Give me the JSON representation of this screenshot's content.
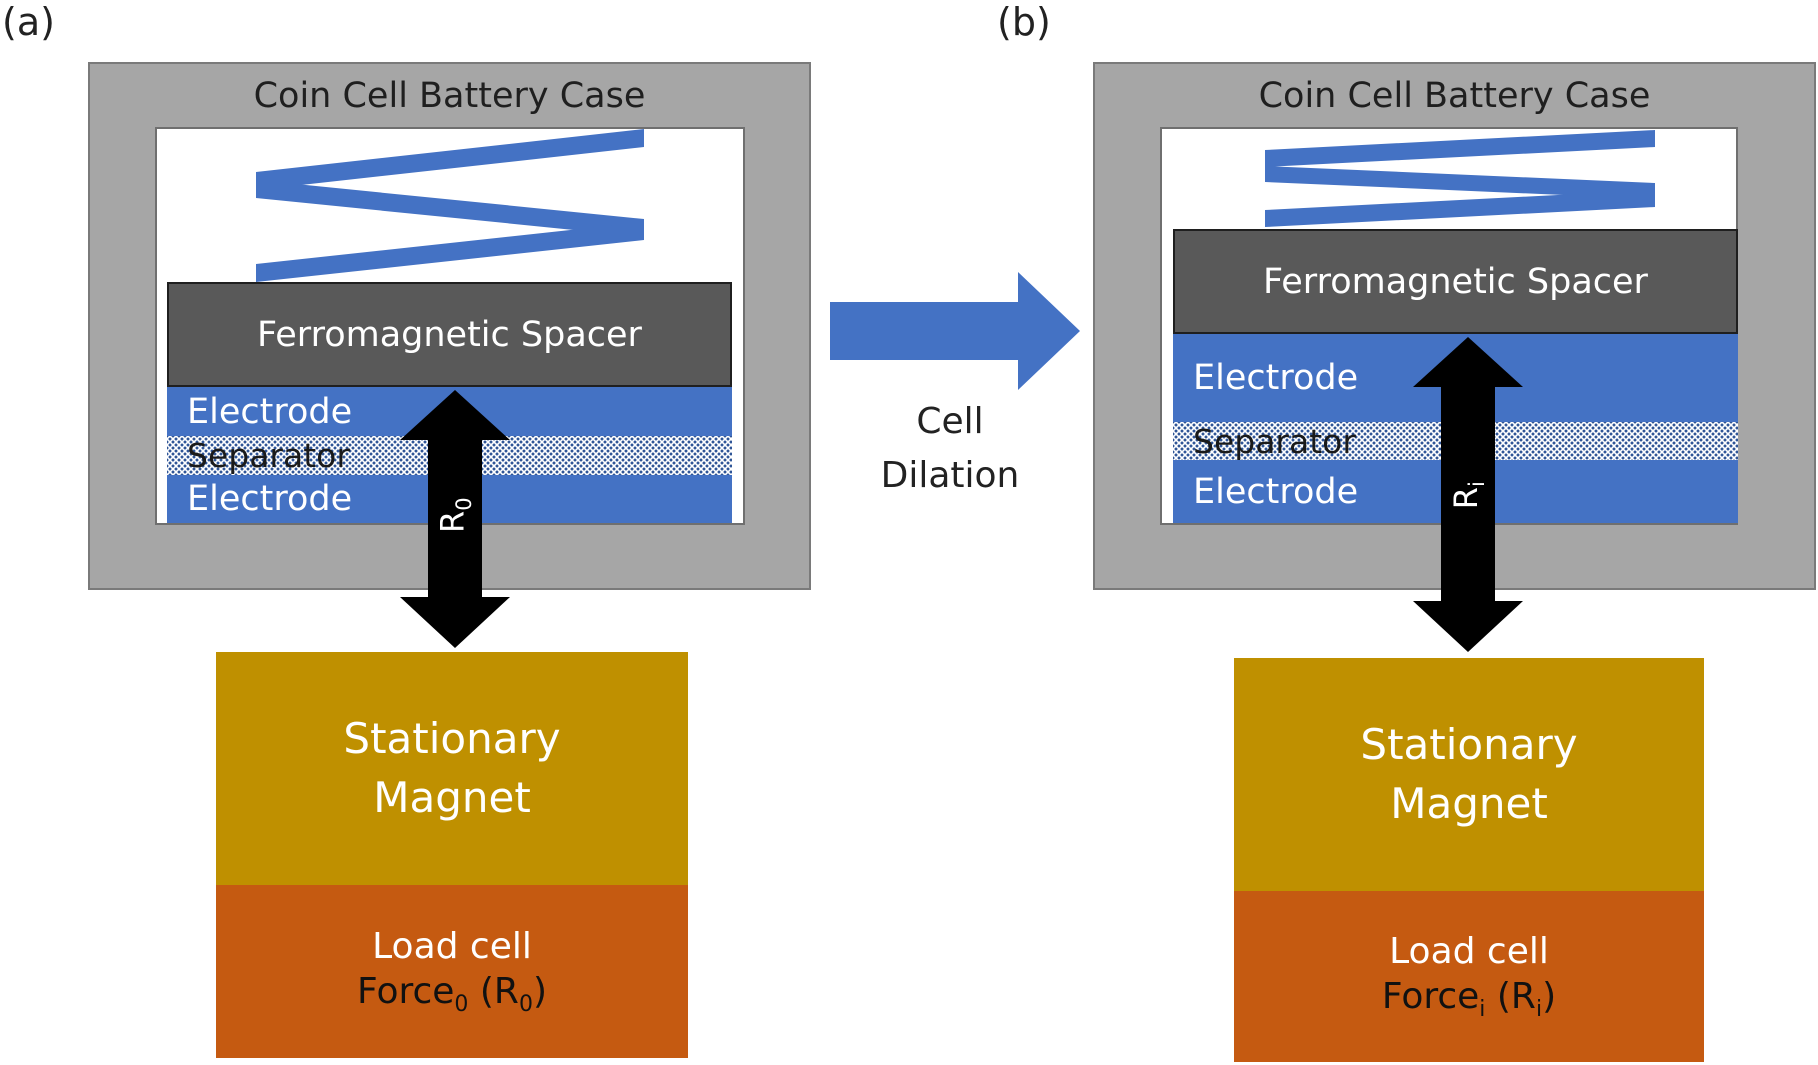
{
  "panels": [
    {
      "label": "(a)",
      "case_title": "Coin Cell Battery Case",
      "spacer": "Ferromagnetic Spacer",
      "electrode_top": "Electrode",
      "separator": "Separator",
      "electrode_bottom": "Electrode",
      "distance": {
        "symbol": "R",
        "subscript": "0"
      },
      "magnet_line1": "Stationary",
      "magnet_line2": "Magnet",
      "load_cell": "Load cell",
      "force": {
        "word": "Force",
        "subscript": "0",
        "paren_symbol": "R",
        "paren_subscript": "0"
      }
    },
    {
      "label": "(b)",
      "case_title": "Coin Cell Battery Case",
      "spacer": "Ferromagnetic Spacer",
      "electrode_top": "Electrode",
      "separator": "Separator",
      "electrode_bottom": "Electrode",
      "distance": {
        "symbol": "R",
        "subscript": "i"
      },
      "magnet_line1": "Stationary",
      "magnet_line2": "Magnet",
      "load_cell": "Load cell",
      "force": {
        "word": "Force",
        "subscript": "i",
        "paren_symbol": "R",
        "paren_subscript": "i"
      }
    }
  ],
  "transition": {
    "line1": "Cell",
    "line2": "Dilation"
  },
  "colors": {
    "case": "#a6a6a6",
    "spacer": "#595959",
    "electrode": "#4472c4",
    "spring": "#4472c4",
    "magnet": "#bf9000",
    "load_cell": "#c55a11",
    "arrow": "#000000"
  }
}
